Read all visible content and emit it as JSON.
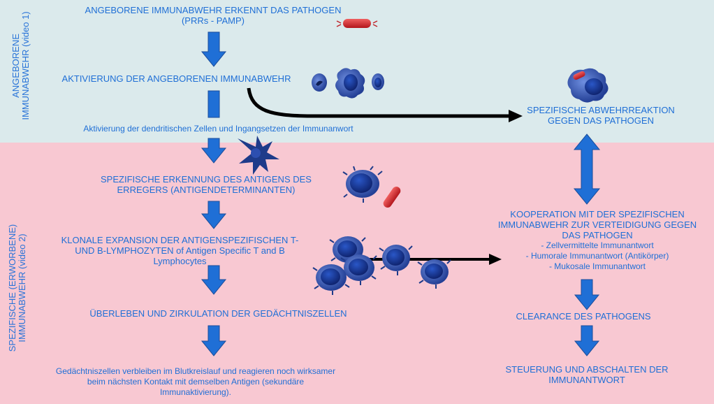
{
  "side_labels": {
    "innate_line1": "ANGEBORENE",
    "innate_line2": "IMMUNABWEHR (video 1)",
    "adaptive_line1": "SPEZIFISCHE (ERWORBENE)",
    "adaptive_line2": "IMMUNABWEHR  (video 2)"
  },
  "left_column": {
    "step1_line1": "ANGEBORENE IMMUNABWEHR ERKENNT DAS PATHOGEN",
    "step1_line2": "(PRRs - PAMP)",
    "step2": "AKTIVIERUNG DER ANGEBORENEN IMMUNABWEHR",
    "step2_sub": "Aktivierung der dendritischen Zellen und Ingangsetzen der Immunanwort",
    "step3_line1": "SPEZIFISCHE ERKENNUNG DES ANTIGENS DES",
    "step3_line2": "ERREGERS (ANTIGENDETERMINANTEN)",
    "step4_line1": "KLONALE EXPANSION DER ANTIGENSPEZIFISCHEN T-",
    "step4_line2": "UND B-LYMPHOZYTEN of Antigen Specific T and B",
    "step4_line3": "Lymphocytes",
    "step5": "ÜBERLEBEN UND ZIRKULATION DER GEDÄCHTNISZELLEN",
    "step6_line1": "Gedächtniszellen verbleiben im Blutkreislauf und reagieren noch wirksamer",
    "step6_line2": "beim nächsten Kontakt mit demselben Antigen (sekundäre",
    "step6_line3": "Immunaktivierung)."
  },
  "right_column": {
    "specific_line1": "SPEZIFISCHE ABWEHRREAKTION",
    "specific_line2": "GEGEN DAS PATHOGEN",
    "coop_line1": "KOOPERATION MIT DER SPEZIFISCHEN",
    "coop_line2": "IMMUNABWEHR ZUR VERTEIDIGUNG GEGEN",
    "coop_line3": "DAS PATHOGEN",
    "coop_item1": "- Zellvermittelte Immunantwort",
    "coop_item2": "- Humorale Immunantwort (Antikörper)",
    "coop_item3": "- Mukosale Immunantwort",
    "clearance": "CLEARANCE DES PATHOGENS",
    "control_line1": "STEUERUNG UND ABSCHALTEN DER",
    "control_line2": "IMMUNANTWORT"
  },
  "colors": {
    "innate_band": "#dbeaec",
    "adaptive_band": "#f8c8d2",
    "text": "#1f6fd6",
    "arrow_blue": "#1f6fd6",
    "cell_dark": "#1e3b8a",
    "cell_mid": "#3a5bb8",
    "pathogen_red": "#d9363a"
  }
}
